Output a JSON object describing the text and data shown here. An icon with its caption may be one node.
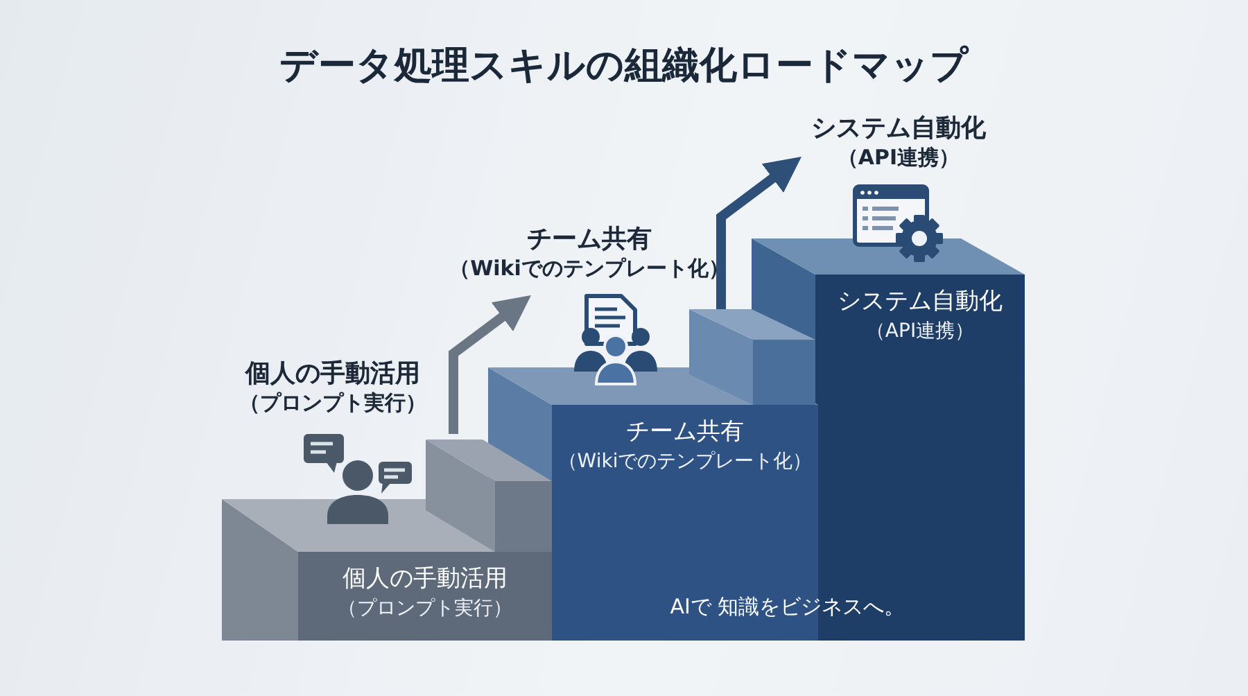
{
  "diagram": {
    "title": "データ処理スキルの組織化ロードマップ",
    "nodes": [
      {
        "text": [
          "個人の手動活用",
          "（プロンプト実行）"
        ],
        "beside": [
          "個人の手動活用",
          "（プロンプト実行）"
        ]
      },
      {
        "text": [
          "チーム共有",
          "（Wikiでのテンプレート化）"
        ],
        "beside": [
          "チーム共有",
          "（Wikiでのテンプレート化）"
        ]
      },
      {
        "text": [
          "システム自動化",
          "（API連携）"
        ],
        "beside": [
          "システム自動化",
          "（API連携）"
        ]
      }
    ],
    "edges": [
      {
        "from": 0,
        "to": 1,
        "arrow": "to",
        "color": "#6b7685"
      },
      {
        "from": 1,
        "to": 2,
        "arrow": "to",
        "color": "#2d4f78"
      }
    ],
    "labels": [
      "AIで 知識をビジネスへ。"
    ]
  }
}
